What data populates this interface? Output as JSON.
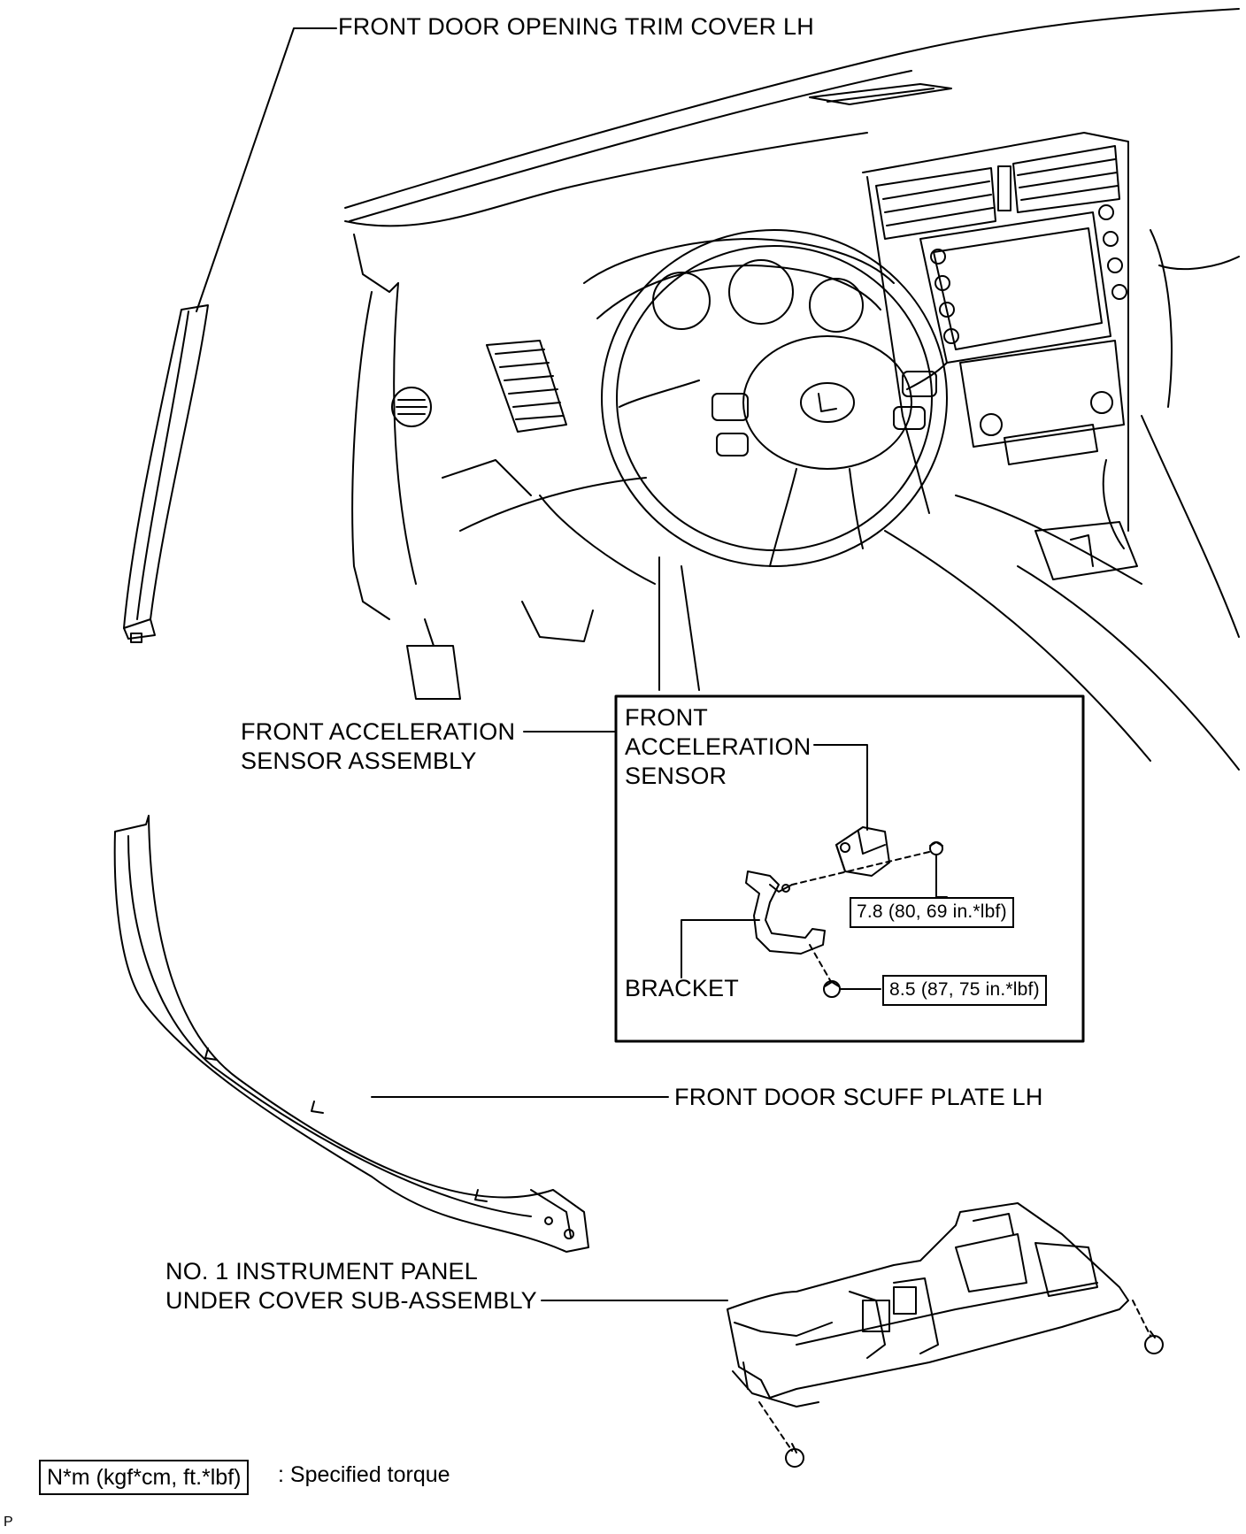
{
  "labels": {
    "trim_cover": "FRONT DOOR OPENING TRIM COVER LH",
    "sensor_assembly_line1": "FRONT ACCELERATION",
    "sensor_assembly_line2": "SENSOR ASSEMBLY",
    "sensor_line1": "FRONT",
    "sensor_line2": "ACCELERATION",
    "sensor_line3": "SENSOR",
    "bracket": "BRACKET",
    "scuff_plate": "FRONT DOOR SCUFF PLATE LH",
    "under_cover_line1": "NO. 1 INSTRUMENT PANEL",
    "under_cover_line2": "UNDER COVER SUB-ASSEMBLY"
  },
  "torques": {
    "sensor_nut": "7.8 (80, 69 in.*lbf)",
    "bracket_nut": "8.5 (87, 75 in.*lbf)"
  },
  "legend": {
    "unit_box": "N*m (kgf*cm, ft.*lbf)",
    "description": ": Specified torque"
  },
  "reference_code": "P"
}
